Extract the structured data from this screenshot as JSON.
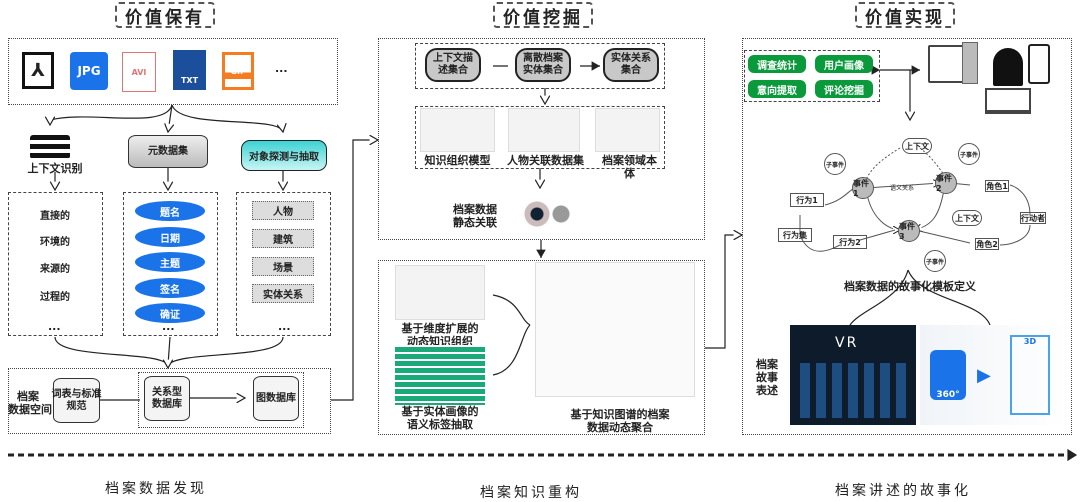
{
  "sections": {
    "left_title": "价值保有",
    "mid_title": "价值挖掘",
    "right_title": "价值实现"
  },
  "left": {
    "file_icons": [
      {
        "icon": "pdf-icon",
        "label": ""
      },
      {
        "icon": "jpg-icon",
        "label": "JPG"
      },
      {
        "icon": "avi-icon",
        "label": "AVI"
      },
      {
        "icon": "txt-icon",
        "label": "TXT"
      },
      {
        "icon": "gif-icon",
        "label": "GIF"
      }
    ],
    "more": "...",
    "context_label": "上下文识别",
    "metadata_label": "元数据集",
    "object_label": "对象探测与抽取",
    "context_items": [
      "直接的",
      "环境的",
      "来源的",
      "过程的"
    ],
    "metadata_items": [
      "题名",
      "日期",
      "主题",
      "签名",
      "确证"
    ],
    "object_items": [
      "人物",
      "建筑",
      "场景",
      "实体关系"
    ],
    "space_label": "档案\n数据空间",
    "vocab_db": "词表与标准\n规范",
    "relational_db": "关系型\n数据库",
    "graph_db": "图数据库"
  },
  "mid": {
    "sets": [
      "上下文描\n述集合",
      "离散档案\n实体集合",
      "实体关系\n集合"
    ],
    "models": [
      "知识组织模型",
      "人物关联数据集",
      "档案领域本体"
    ],
    "static_label": "档案数据\n静态关联",
    "dim_label": "基于维度扩展的\n动态知识组织",
    "tag_label": "基于实体画像的\n语义标签抽取",
    "kg_label": "基于知识图谱的档案\n数据动态聚合"
  },
  "right": {
    "buttons": [
      "调查统计",
      "用户画像",
      "意向提取",
      "评论挖掘"
    ],
    "devices": [
      "desktop-icon",
      "user-icon",
      "phone-icon",
      "laptop-icon"
    ],
    "graph": {
      "context": "上下文",
      "events": [
        "事件1",
        "事件2",
        "事件3"
      ],
      "sub": "子事件",
      "relation": "语义关系",
      "actions": [
        "行为1",
        "行为集",
        "行为2"
      ],
      "roles": [
        "角色1",
        "角色2"
      ],
      "actor": "行动者"
    },
    "template_label": "档案数据的故事化模板定义",
    "story_label": "档案\n故事\n表述",
    "vr_label": "VR",
    "pano_label": "360°",
    "threed_label": "3D"
  },
  "timeline": [
    "档案数据发现",
    "档案知识重构",
    "档案讲述的故事化"
  ],
  "colors": {
    "pill": "#1a73e8",
    "green": "#0a9a3c",
    "cyan": "#3cd2d2",
    "vr_bg": "#0d1b2a"
  }
}
